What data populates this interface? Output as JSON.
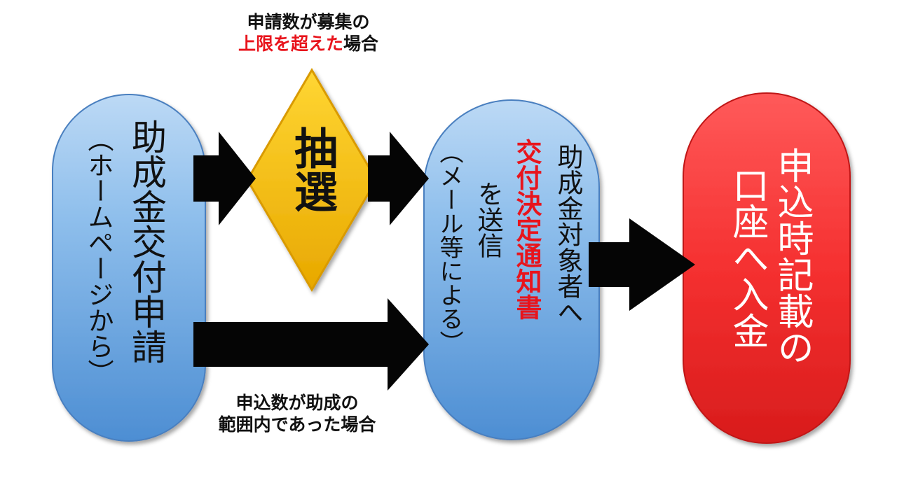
{
  "colors": {
    "blue_pill": "#7fb3e6",
    "red_pill": "#f03030",
    "diamond": "#f5c000",
    "arrow": "#050505",
    "highlight_red": "#e8141c"
  },
  "apply": {
    "main": "助成金交付申請",
    "sub": "（ホームページから）"
  },
  "lottery": {
    "label": "抽選"
  },
  "condition_top": {
    "line1": "申請数が募集の",
    "line2_red": "上限を超えた",
    "line2_black": "場合"
  },
  "condition_bottom": {
    "line1": "申込数が助成の",
    "line2": "範囲内であった場合"
  },
  "notify": {
    "col1": "助成金対象者へ",
    "col2_red": "交付決定通知書",
    "col3": "を送信",
    "col4": "（メール等による）"
  },
  "deposit": {
    "col1": "申込時記載の",
    "col2": "口座へ入金"
  },
  "icons": [
    "arrow-right-icon"
  ]
}
